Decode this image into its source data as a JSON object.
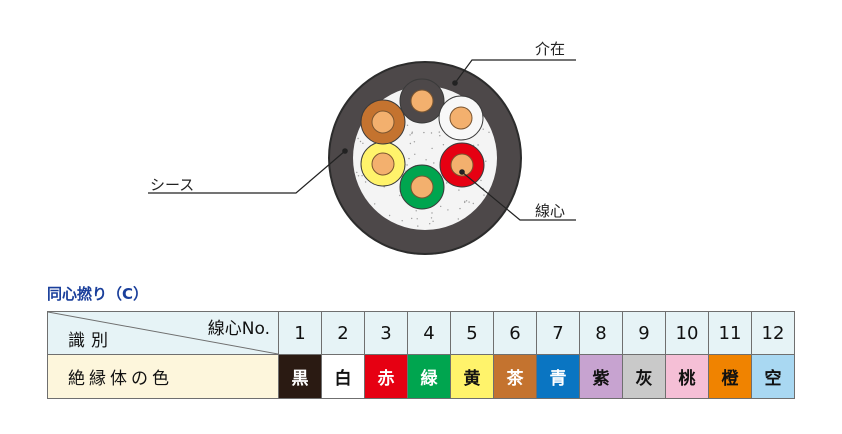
{
  "callouts": {
    "filler": "介在",
    "sheath": "シース",
    "conductor_core": "線心"
  },
  "section_title": "同心撚り（C）",
  "table": {
    "header_top": "線心No.",
    "header_bottom": "識別",
    "row_label": "絶縁体の色",
    "columns": [
      {
        "no": "1",
        "color": "黒",
        "bg": "#2a1a12",
        "fg": "#ffffff"
      },
      {
        "no": "2",
        "color": "白",
        "bg": "#ffffff",
        "fg": "#111111"
      },
      {
        "no": "3",
        "color": "赤",
        "bg": "#e60012",
        "fg": "#ffffff"
      },
      {
        "no": "4",
        "color": "緑",
        "bg": "#00a54f",
        "fg": "#ffffff"
      },
      {
        "no": "5",
        "color": "黄",
        "bg": "#fff36b",
        "fg": "#111111"
      },
      {
        "no": "6",
        "color": "茶",
        "bg": "#c4732f",
        "fg": "#ffffff"
      },
      {
        "no": "7",
        "color": "青",
        "bg": "#0a75c2",
        "fg": "#ffffff"
      },
      {
        "no": "8",
        "color": "紫",
        "bg": "#c7a3d0",
        "fg": "#111111"
      },
      {
        "no": "9",
        "color": "灰",
        "bg": "#c9c9c9",
        "fg": "#111111"
      },
      {
        "no": "10",
        "color": "桃",
        "bg": "#f5bfd6",
        "fg": "#111111"
      },
      {
        "no": "11",
        "color": "橙",
        "bg": "#f08300",
        "fg": "#111111"
      },
      {
        "no": "12",
        "color": "空",
        "bg": "#a9d8f2",
        "fg": "#111111"
      }
    ]
  },
  "diagram_colors": {
    "sheath": "#4d4849",
    "filler": "#f4f4f4",
    "copper": "#f3b06e",
    "cores": [
      {
        "name": "黒",
        "fill": "#4d4849"
      },
      {
        "name": "白",
        "fill": "#f8f8f8"
      },
      {
        "name": "赤",
        "fill": "#e60012"
      },
      {
        "name": "緑",
        "fill": "#00a54f"
      },
      {
        "name": "黄",
        "fill": "#fff36b"
      },
      {
        "name": "茶",
        "fill": "#c4732f"
      }
    ]
  }
}
